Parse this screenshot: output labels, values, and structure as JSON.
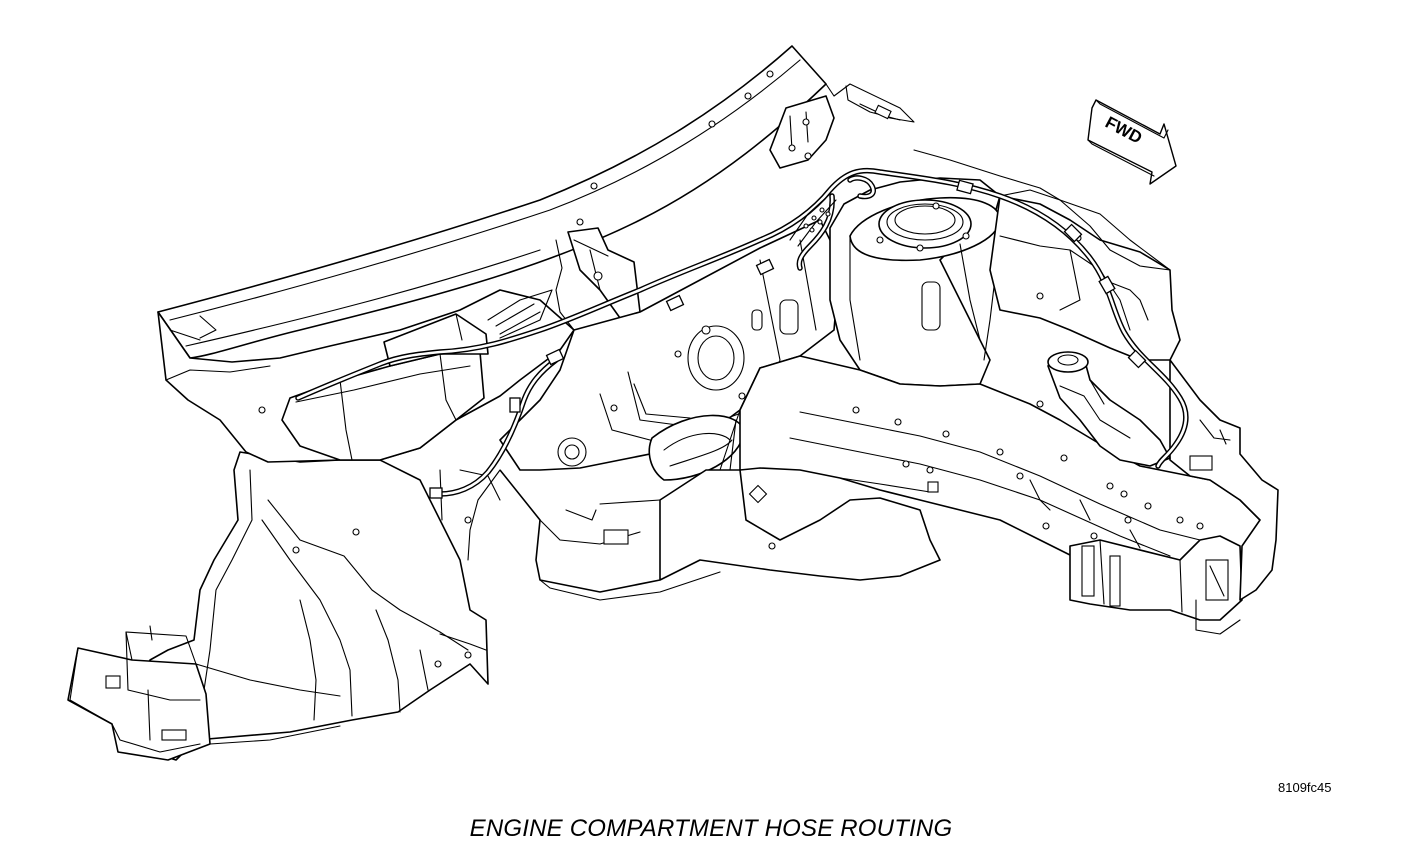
{
  "figure": {
    "caption": "ENGINE COMPARTMENT HOSE ROUTING",
    "code": "8109fc45",
    "direction_label": "FWD"
  },
  "colors": {
    "line": "#000000",
    "background": "#ffffff"
  },
  "icons": {
    "direction": "forward-arrow-icon"
  }
}
